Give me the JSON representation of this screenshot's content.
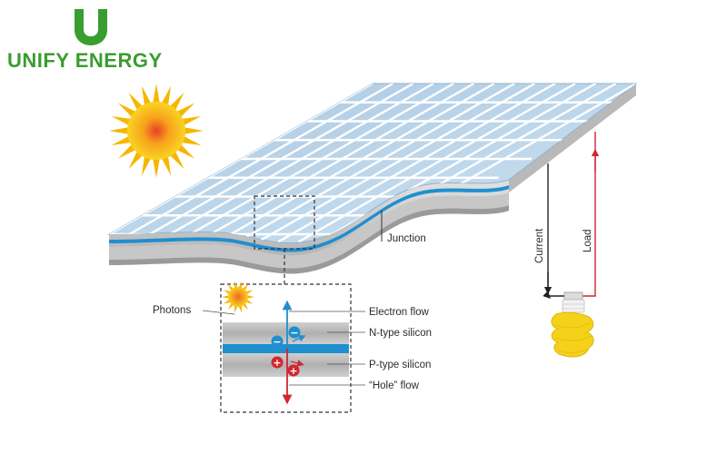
{
  "brand": {
    "name": "UNIFY ENERGY",
    "logo_letter": "U",
    "colors": {
      "primary": "#3a9d2f",
      "accent": "#2e7d32"
    }
  },
  "diagram": {
    "labels": {
      "junction": "Junction",
      "photons": "Photons",
      "electron_flow": "Electron flow",
      "n_type": "N-type silicon",
      "p_type": "P-type silicon",
      "hole_flow": "“Hole” flow",
      "current": "Current",
      "load": "Load"
    },
    "symbols": {
      "electron": "−",
      "hole": "+"
    },
    "colors": {
      "panel_cell": "#bcd6ea",
      "panel_grid": "#ffffff",
      "junction_stripe": "#1f8fd0",
      "frame": "#d6d6d6",
      "frame_dark": "#9a9a9a",
      "electron": "#1f8fd0",
      "hole": "#d22630",
      "current_wire": "#222222",
      "load_wire": "#d22630",
      "sun": "#f7b500",
      "bulb": "#f4d21a"
    }
  }
}
